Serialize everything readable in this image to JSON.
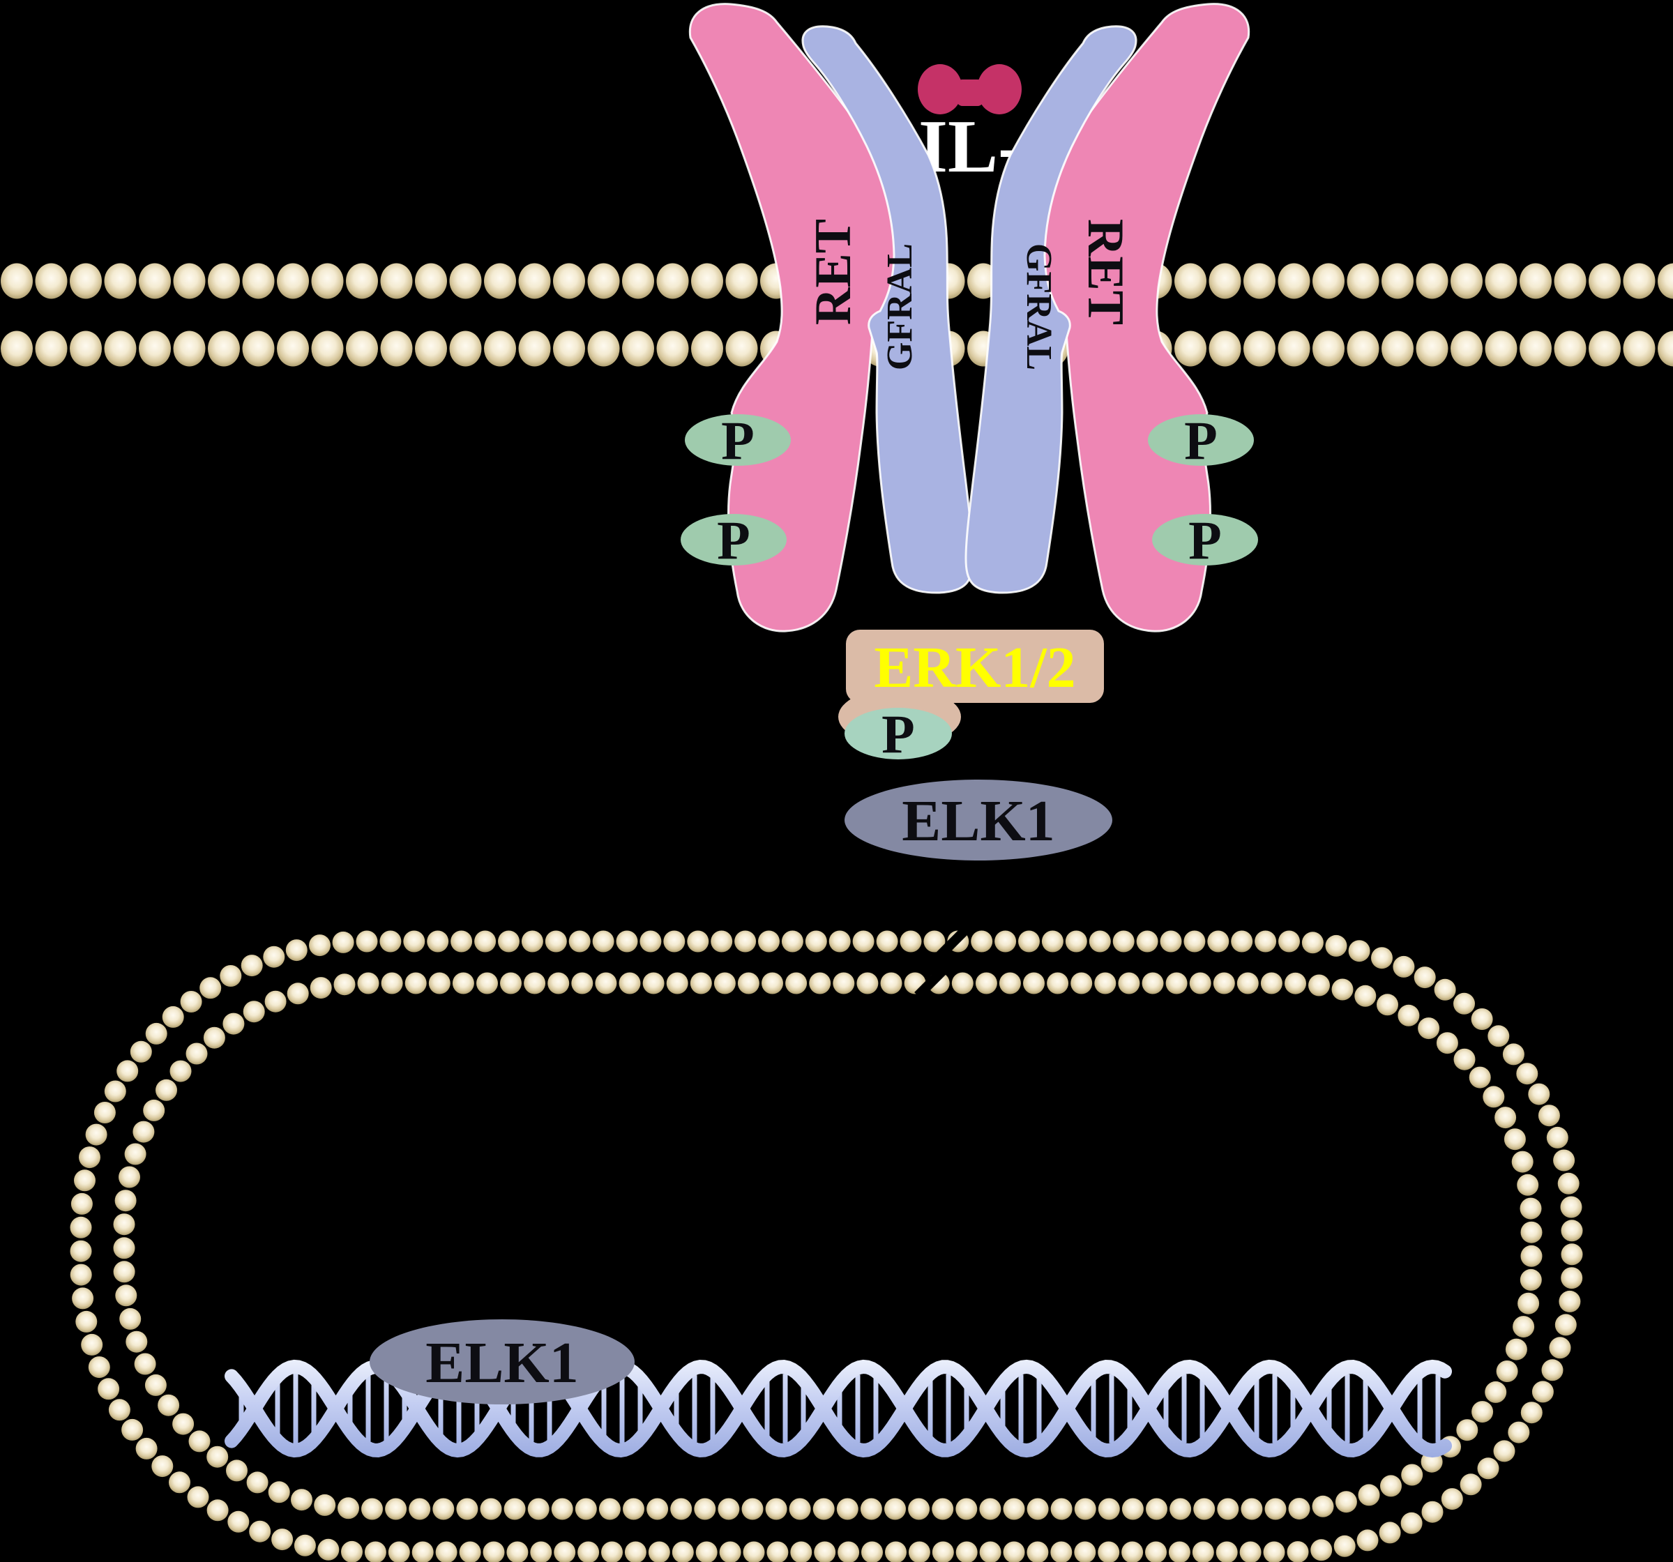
{
  "diagram": {
    "ligand": {
      "label": "IL-",
      "color": "#c53267"
    },
    "receptors": {
      "ret_left": "RET",
      "ret_right": "RET",
      "gfral_left": "GFRAL",
      "gfral_right": "GFRAL",
      "ret_color": "#ee86b4",
      "gfral_color": "#a9b3e2"
    },
    "phosphosites": {
      "p1": "P",
      "p2": "P",
      "p3": "P",
      "p4": "P",
      "p_erk": "P",
      "color": "#9fcbad"
    },
    "kinase": {
      "label": "ERK1/2",
      "box_color": "#dbbba7",
      "text_color": "#ffff00"
    },
    "transcription_factor": {
      "cytoplasm": "ELK1",
      "nucleus": "ELK1",
      "color": "#8489a3"
    },
    "membrane": {
      "bead_edge_color": "#a49464",
      "bead_center_color": "#fdf8e8"
    },
    "dna": {
      "strand_color": "#bfc9f0"
    },
    "background": "#000000"
  }
}
